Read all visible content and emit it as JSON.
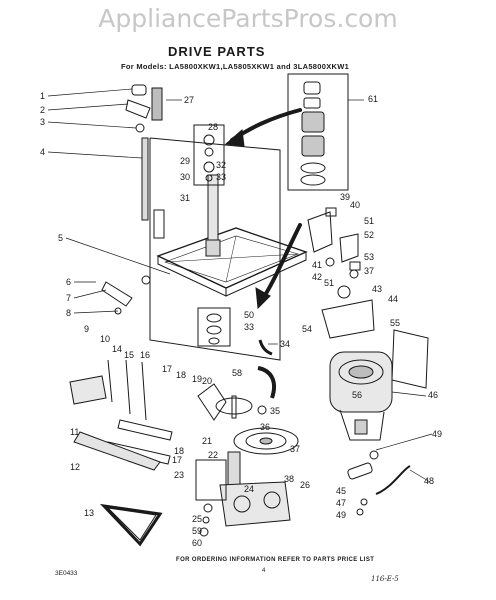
{
  "watermark": "AppliancePartsPros.com",
  "diagram": {
    "title": "DRIVE PARTS",
    "subtitle": "For Models: LA5800XKW1,LA5805XKW1 and 3LA5800XKW1",
    "footer": "FOR ORDERING INFORMATION REFER TO PARTS PRICE LIST",
    "page_number": "4",
    "code": "3E0433",
    "handwritten_note": "116-E-5"
  },
  "callouts": [
    {
      "id": "c1",
      "label": "1"
    },
    {
      "id": "c2",
      "label": "2"
    },
    {
      "id": "c3",
      "label": "3"
    },
    {
      "id": "c4",
      "label": "4"
    },
    {
      "id": "c5",
      "label": "5"
    },
    {
      "id": "c6",
      "label": "6"
    },
    {
      "id": "c7",
      "label": "7"
    },
    {
      "id": "c8",
      "label": "8"
    },
    {
      "id": "c9",
      "label": "9"
    },
    {
      "id": "c10",
      "label": "10"
    },
    {
      "id": "c11",
      "label": "11"
    },
    {
      "id": "c12",
      "label": "12"
    },
    {
      "id": "c13",
      "label": "13"
    },
    {
      "id": "c14",
      "label": "14"
    },
    {
      "id": "c15",
      "label": "15"
    },
    {
      "id": "c16",
      "label": "16"
    },
    {
      "id": "c17a",
      "label": "17"
    },
    {
      "id": "c17b",
      "label": "17"
    },
    {
      "id": "c18a",
      "label": "18"
    },
    {
      "id": "c18b",
      "label": "18"
    },
    {
      "id": "c19",
      "label": "19"
    },
    {
      "id": "c20",
      "label": "20"
    },
    {
      "id": "c21",
      "label": "21"
    },
    {
      "id": "c22",
      "label": "22"
    },
    {
      "id": "c23",
      "label": "23"
    },
    {
      "id": "c24",
      "label": "24"
    },
    {
      "id": "c25",
      "label": "25"
    },
    {
      "id": "c26",
      "label": "26"
    },
    {
      "id": "c27",
      "label": "27"
    },
    {
      "id": "c28",
      "label": "28"
    },
    {
      "id": "c29",
      "label": "29"
    },
    {
      "id": "c30",
      "label": "30"
    },
    {
      "id": "c31",
      "label": "31"
    },
    {
      "id": "c32",
      "label": "32"
    },
    {
      "id": "c33a",
      "label": "33"
    },
    {
      "id": "c33b",
      "label": "33"
    },
    {
      "id": "c34",
      "label": "34"
    },
    {
      "id": "c35",
      "label": "35"
    },
    {
      "id": "c36",
      "label": "36"
    },
    {
      "id": "c37a",
      "label": "37"
    },
    {
      "id": "c37b",
      "label": "37"
    },
    {
      "id": "c38",
      "label": "38"
    },
    {
      "id": "c39",
      "label": "39"
    },
    {
      "id": "c40",
      "label": "40"
    },
    {
      "id": "c41",
      "label": "41"
    },
    {
      "id": "c42",
      "label": "42"
    },
    {
      "id": "c43",
      "label": "43"
    },
    {
      "id": "c44",
      "label": "44"
    },
    {
      "id": "c45",
      "label": "45"
    },
    {
      "id": "c46",
      "label": "46"
    },
    {
      "id": "c47",
      "label": "47"
    },
    {
      "id": "c48",
      "label": "48"
    },
    {
      "id": "c49a",
      "label": "49"
    },
    {
      "id": "c49b",
      "label": "49"
    },
    {
      "id": "c50",
      "label": "50"
    },
    {
      "id": "c51a",
      "label": "51"
    },
    {
      "id": "c51b",
      "label": "51"
    },
    {
      "id": "c52",
      "label": "52"
    },
    {
      "id": "c53",
      "label": "53"
    },
    {
      "id": "c54",
      "label": "54"
    },
    {
      "id": "c55",
      "label": "55"
    },
    {
      "id": "c56",
      "label": "56"
    },
    {
      "id": "c58",
      "label": "58"
    },
    {
      "id": "c59",
      "label": "59"
    },
    {
      "id": "c60",
      "label": "60"
    },
    {
      "id": "c61",
      "label": "61"
    }
  ]
}
